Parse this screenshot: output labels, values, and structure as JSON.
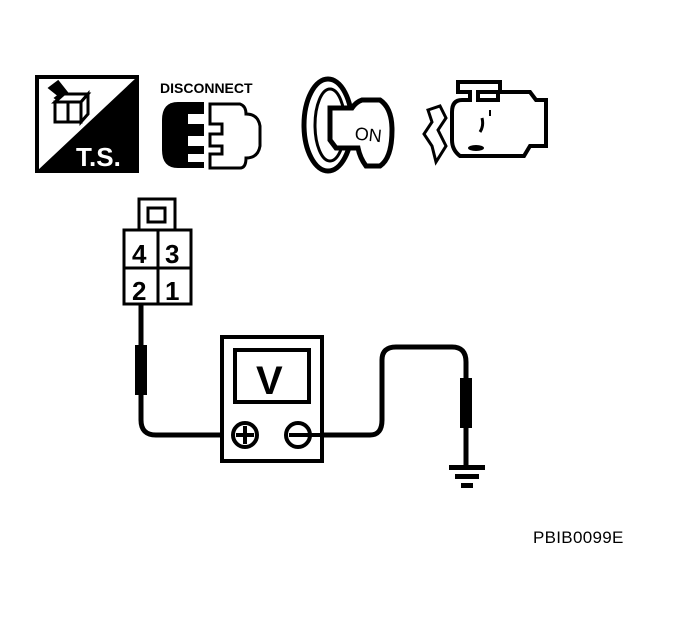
{
  "icons": [
    {
      "name": "ts-icon",
      "label": "T.S."
    },
    {
      "name": "disconnect-icon",
      "label": "DISCONNECT"
    },
    {
      "name": "ignition-key-icon",
      "label": "ON"
    },
    {
      "name": "engine-off-icon",
      "label": ""
    }
  ],
  "connector": {
    "terminals": [
      "4",
      "3",
      "2",
      "1"
    ],
    "probed_terminal": "2"
  },
  "meter": {
    "label": "V",
    "positive_symbol": "+",
    "negative_symbol": "−"
  },
  "ground": {
    "label": "ground"
  },
  "figure_code": "PBIB0099E",
  "colors": {
    "ink": "#000000",
    "background": "#ffffff"
  }
}
